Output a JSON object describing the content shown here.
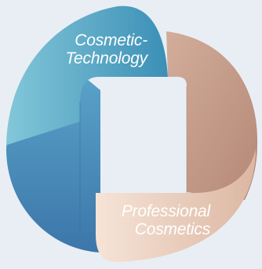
{
  "segments": [
    {
      "name": "Cosmetic-Technology",
      "line1": "Cosmetic-",
      "line2": "Technology",
      "color_light": "#7cc3d6",
      "color_dark": "#3f8db4"
    },
    {
      "name": "Professional Cosmetics",
      "line1": "Professional",
      "line2": "Cosmetics",
      "color_light": "#f2dccc",
      "color_dark": "#c99f8a"
    }
  ],
  "colors": {
    "background": "#e9eef5",
    "blue_dark": "#3f7fae",
    "blue_mid": "#5a9fc6",
    "bronze": "#bd9886",
    "bronze_light": "#d9b7a6"
  }
}
